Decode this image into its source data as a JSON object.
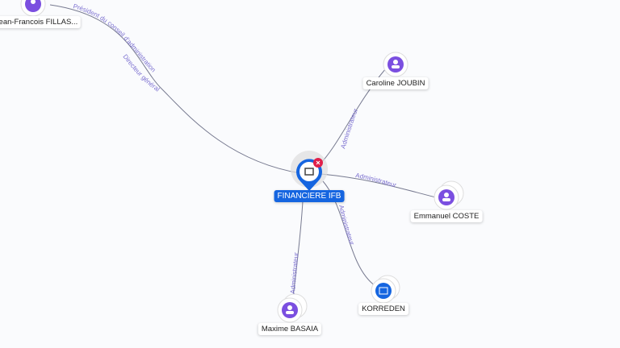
{
  "center": {
    "label": "FINANCIERE IFB",
    "icon": "building-icon",
    "badge": "close-icon"
  },
  "nodes": [
    {
      "label": "Jean-Francois FILLAS...",
      "icon": "person-icon"
    },
    {
      "label": "Caroline JOUBIN",
      "icon": "person-icon"
    },
    {
      "label": "Emmanuel COSTE",
      "icon": "person-icon"
    },
    {
      "label": "KORREDEN",
      "icon": "building-icon"
    },
    {
      "label": "Maxime BASAIA",
      "icon": "person-icon"
    }
  ],
  "edges": [
    {
      "labels": [
        "Président du conseil d'administration",
        "Directeur général"
      ]
    },
    {
      "labels": [
        "Administrateur"
      ]
    },
    {
      "labels": [
        "Administrateur"
      ]
    },
    {
      "labels": [
        "Administrateur"
      ]
    },
    {
      "labels": [
        "Administrateur"
      ]
    }
  ],
  "colors": {
    "person": "#7b4fe0",
    "company": "#1565e0",
    "edge": "#7b6fd0",
    "badge": "#e0204a"
  }
}
